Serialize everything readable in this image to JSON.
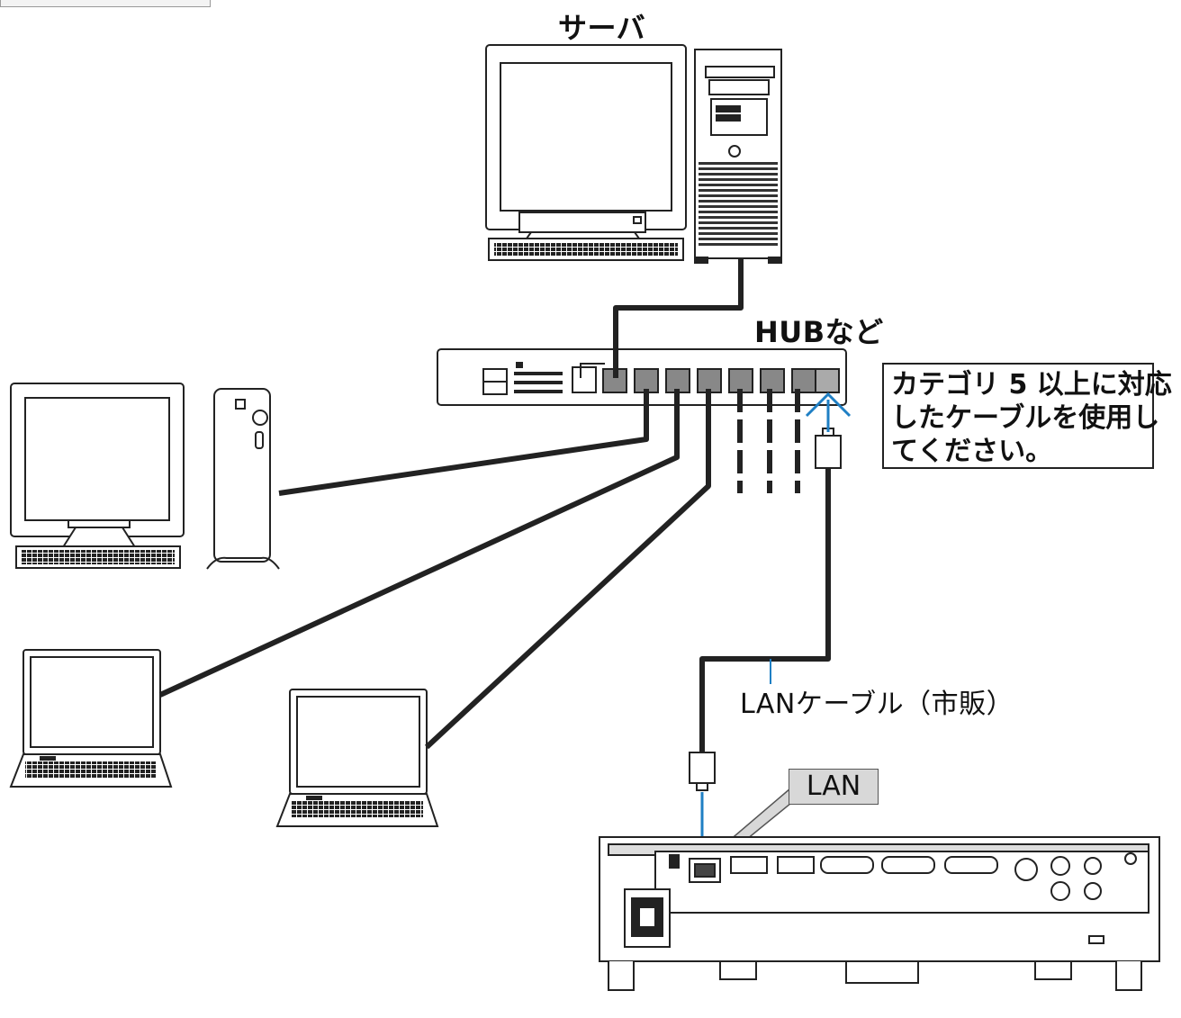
{
  "labels": {
    "server": "サーバ",
    "hub": "HUBなど",
    "cable": "LANケーブル（市販）",
    "port": "LAN"
  },
  "note": {
    "lines": [
      "カテゴリ 5 以上に対応",
      "したケーブルを使用し",
      "てください。"
    ]
  },
  "colors": {
    "line": "#222222",
    "arrow": "#1f7fc4",
    "callout_fill": "#d8d8d8",
    "background": "#ffffff"
  },
  "icons": {
    "server": "desktop-tower-computer",
    "client_desktop": "desktop-slim-computer",
    "client_laptops": "laptop-computer",
    "hub": "network-hub",
    "projector": "projector",
    "connector": "rj45-plug"
  }
}
